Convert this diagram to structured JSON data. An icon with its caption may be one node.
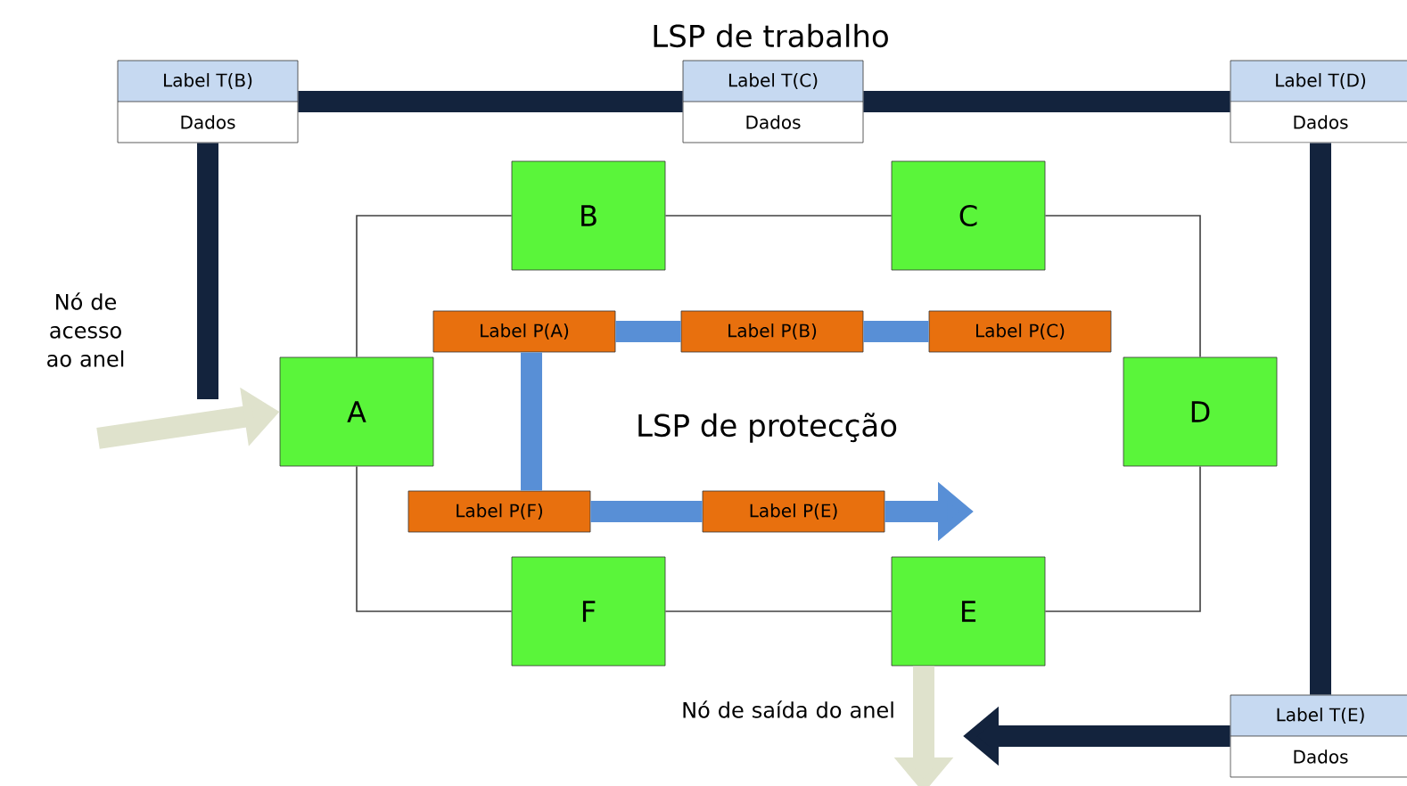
{
  "diagram": {
    "nodes": [
      {
        "text": [
          "A"
        ]
      },
      {
        "text": [
          "B"
        ]
      },
      {
        "text": [
          "C"
        ]
      },
      {
        "text": [
          "D"
        ]
      },
      {
        "text": [
          "E"
        ]
      },
      {
        "text": [
          "F"
        ]
      },
      {
        "text": [
          "Label T(B)",
          "Dados"
        ]
      },
      {
        "text": [
          "Label T(C)",
          "Dados"
        ]
      },
      {
        "text": [
          "Label T(D)",
          "Dados"
        ]
      },
      {
        "text": [
          "Label T(E)",
          "Dados"
        ]
      },
      {
        "text": [
          "Label P(A)"
        ]
      },
      {
        "text": [
          "Label P(B)"
        ]
      },
      {
        "text": [
          "Label P(C)"
        ]
      },
      {
        "text": [
          "Label P(F)"
        ]
      },
      {
        "text": [
          "Label P(E)"
        ]
      }
    ],
    "edges": [
      {
        "from": 0,
        "to": 1,
        "arrow": "none"
      },
      {
        "from": 1,
        "to": 2,
        "arrow": "none"
      },
      {
        "from": 2,
        "to": 3,
        "arrow": "none"
      },
      {
        "from": 3,
        "to": 4,
        "arrow": "none"
      },
      {
        "from": 4,
        "to": 5,
        "arrow": "none"
      },
      {
        "from": 5,
        "to": 0,
        "arrow": "none"
      },
      {
        "from": 6,
        "to": 7,
        "arrow": "none",
        "color": "#13233d"
      },
      {
        "from": 7,
        "to": 8,
        "arrow": "none",
        "color": "#13233d"
      },
      {
        "from": 8,
        "to": 9,
        "arrow": "none",
        "color": "#13233d"
      },
      {
        "from": 9,
        "to": null,
        "arrow": "to",
        "color": "#13233d"
      },
      {
        "from": 6,
        "to": null,
        "arrow": "none",
        "color": "#13233d"
      },
      {
        "from": 10,
        "to": 11,
        "arrow": "none",
        "color": "#588fd6"
      },
      {
        "from": 11,
        "to": 12,
        "arrow": "none",
        "color": "#588fd6"
      },
      {
        "from": 10,
        "to": 13,
        "arrow": "none",
        "color": "#588fd6"
      },
      {
        "from": 13,
        "to": 14,
        "arrow": "none",
        "color": "#588fd6"
      },
      {
        "from": 14,
        "to": null,
        "arrow": "to",
        "color": "#588fd6"
      },
      {
        "from": null,
        "to": 0,
        "arrow": "to",
        "color": "#dfe2cc"
      },
      {
        "from": 4,
        "to": null,
        "arrow": "to",
        "color": "#dfe2cc"
      }
    ],
    "labels": [
      "LSP de trabalho",
      "LSP de protecção",
      "Nó de acesso ao anel",
      "Nó de saída do anel"
    ]
  }
}
